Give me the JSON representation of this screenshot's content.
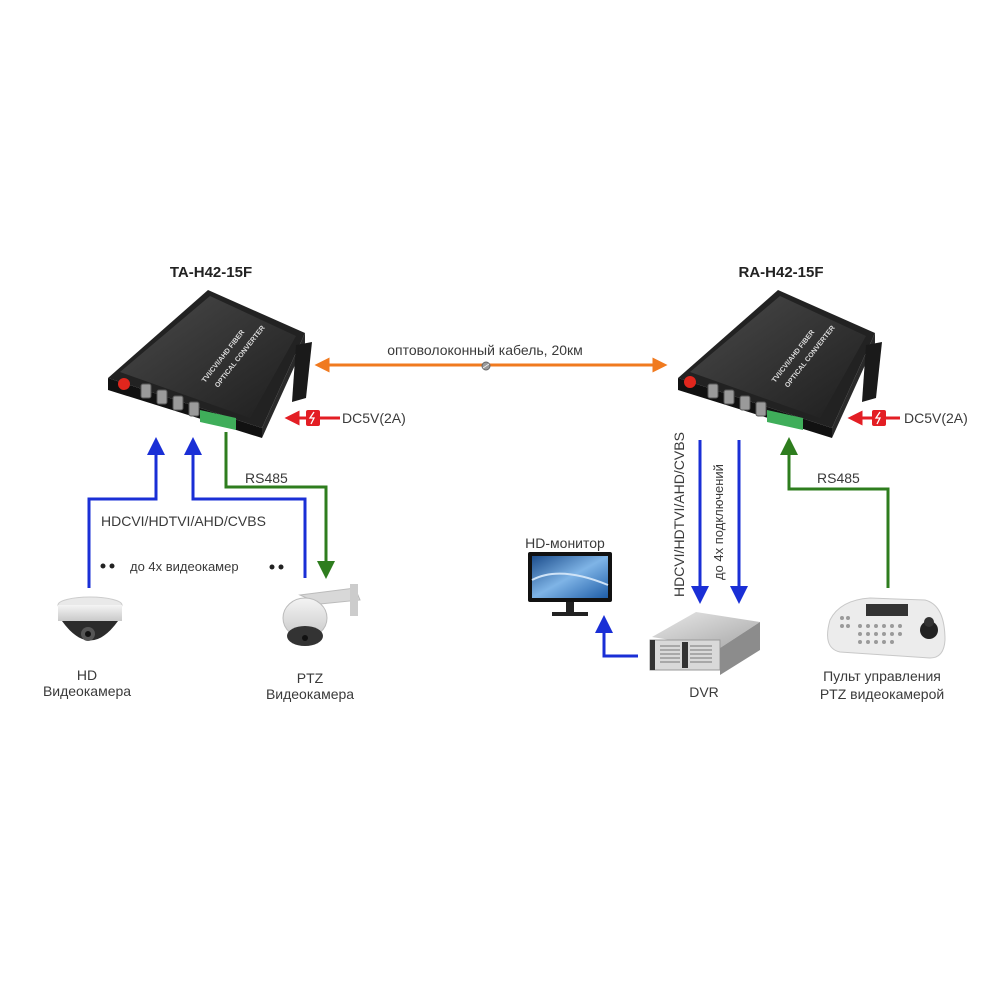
{
  "devices": {
    "transmitter": {
      "model": "TA-H42-15F",
      "label_line1": "TVI/CVI/AHD FIBER",
      "label_line2": "OPTICAL CONVERTER",
      "power": "DC5V(2A)"
    },
    "receiver": {
      "model": "RA-H42-15F",
      "label_line1": "TVI/CVI/AHD FIBER",
      "label_line2": "OPTICAL CONVERTER",
      "power": "DC5V(2A)"
    }
  },
  "link": {
    "fiber_label": "оптоволоконный кабель, 20км"
  },
  "left_side": {
    "video_signal": "HDCVI/HDTVI/AHD/CVBS",
    "cameras_note": "до 4х видеокамер",
    "rs485": "RS485",
    "hd_camera": {
      "line1": "HD",
      "line2": "Видеокамера"
    },
    "ptz_camera": {
      "line1": "PTZ",
      "line2": "Видеокамера"
    }
  },
  "right_side": {
    "video_signal": "HDCVI/HDTVI/AHD/CVBS",
    "connections_note": "до 4х подключений",
    "rs485": "RS485",
    "monitor": "HD-монитор",
    "dvr": "DVR",
    "controller": {
      "line1": "Пульт управления",
      "line2": "PTZ видеокамерой"
    }
  },
  "colors": {
    "video": "#1a2fd6",
    "rs485": "#2e7d1e",
    "fiber": "#f07a1f",
    "power": "#e31e24"
  }
}
